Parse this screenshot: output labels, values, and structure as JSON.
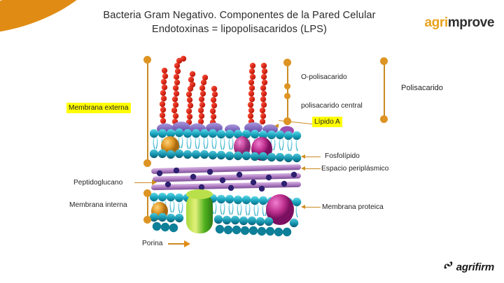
{
  "slide": {
    "background_color": "#ffffff",
    "accent_color": "#e08c14",
    "highlight_color": "#ffff00"
  },
  "title": {
    "line1": "Bacteria Gram Negativo. Componentes de la Pared Celular",
    "line2": "Endotoxinas  =  lipopolisacaridos (LPS)"
  },
  "brand": {
    "primary_part1": "agri",
    "primary_part2": "mprove",
    "primary_color1": "#e8a21c",
    "primary_color2": "#2f2f2f",
    "secondary": "agrifirm"
  },
  "labels": {
    "membrana_externa": "Membrana externa",
    "peptidoglucano": "Peptidoglucano",
    "membrana_interna": "Membrana interna",
    "porina": "Porina",
    "o_polisacarido": "O-polisacarido",
    "polisacarido_central": "polisacarido central",
    "lipido_a": "Lípido A",
    "polisacarido": "Polisacarido",
    "fosfolipido": "Fosfolípido",
    "espacio_periplasmico": "Espacio periplásmico",
    "membrana_proteica": "Membrana proteica"
  },
  "diagram": {
    "name": "gram-negative-cell-envelope",
    "colors": {
      "o_antigen_chain": "#e02b1c",
      "membrane_head": "#1fa8bf",
      "membrane_head_dark": "#1b7f96",
      "lps_core": "#7a5fc0",
      "protein_orange": "#e09a28",
      "protein_magenta": "#c0328f",
      "porin_green": "#6fbf2a",
      "peptidoglycan_strand": "#b78ac4",
      "peptidoglycan_bead": "#3a2a7a"
    },
    "layers": [
      "O-antigen polysaccharide chains",
      "Outer membrane (LPS leaflet + phospholipid leaflet)",
      "Peptidoglycan layer in periplasmic space",
      "Inner (cytoplasmic) membrane with embedded proteins"
    ]
  }
}
